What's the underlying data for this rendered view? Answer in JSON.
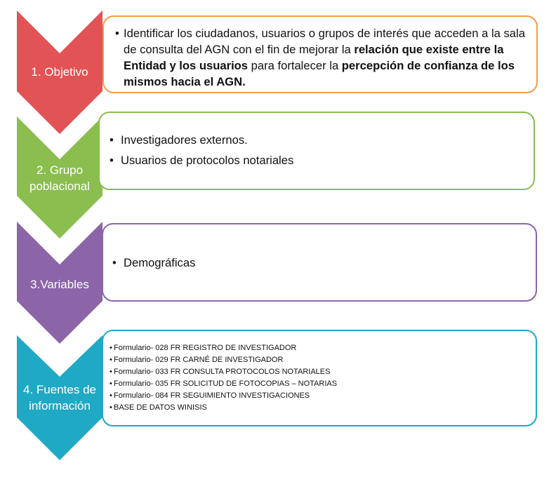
{
  "colors": {
    "step1": "#E15355",
    "step1_border": "#F39C42",
    "step2": "#8BBE4F",
    "step2_border": "#8BBE4F",
    "step3": "#8B65A8",
    "step3_border": "#8B65A8",
    "step4": "#1FA9C4",
    "step4_border": "#1FA9C4"
  },
  "steps": [
    {
      "label": "1. Objetivo",
      "content": [
        {
          "t1": "Identificar los ciudadanos, usuarios o grupos de interés que acceden a la sala de consulta del AGN con el fin de mejorar la ",
          "b1": "relación que existe entre la Entidad y los usuarios",
          "t2": " para fortalecer la ",
          "b2": "percepción de confianza de los mismos hacia el AGN."
        }
      ]
    },
    {
      "label_line1": "2. Grupo",
      "label_line2": "poblacional",
      "items": [
        "Investigadores externos.",
        "Usuarios de protocolos notariales"
      ]
    },
    {
      "label": "3.Variables",
      "items": [
        "Demográficas"
      ]
    },
    {
      "label_line1": "4. Fuentes de",
      "label_line2": "información",
      "items": [
        "Formulario-  028 FR REGISTRO DE INVESTIGADOR",
        "Formulario-  029 FR CARNÉ DE INVESTIGADOR",
        "Formulario-  033 FR CONSULTA PROTOCOLOS NOTARIALES",
        "Formulario-  035 FR SOLICITUD DE FOTOCOPIAS – NOTARIAS",
        "Formulario-  084 FR SEGUIMIENTO INVESTIGACIONES",
        "BASE DE DATOS WINISIS"
      ]
    }
  ]
}
